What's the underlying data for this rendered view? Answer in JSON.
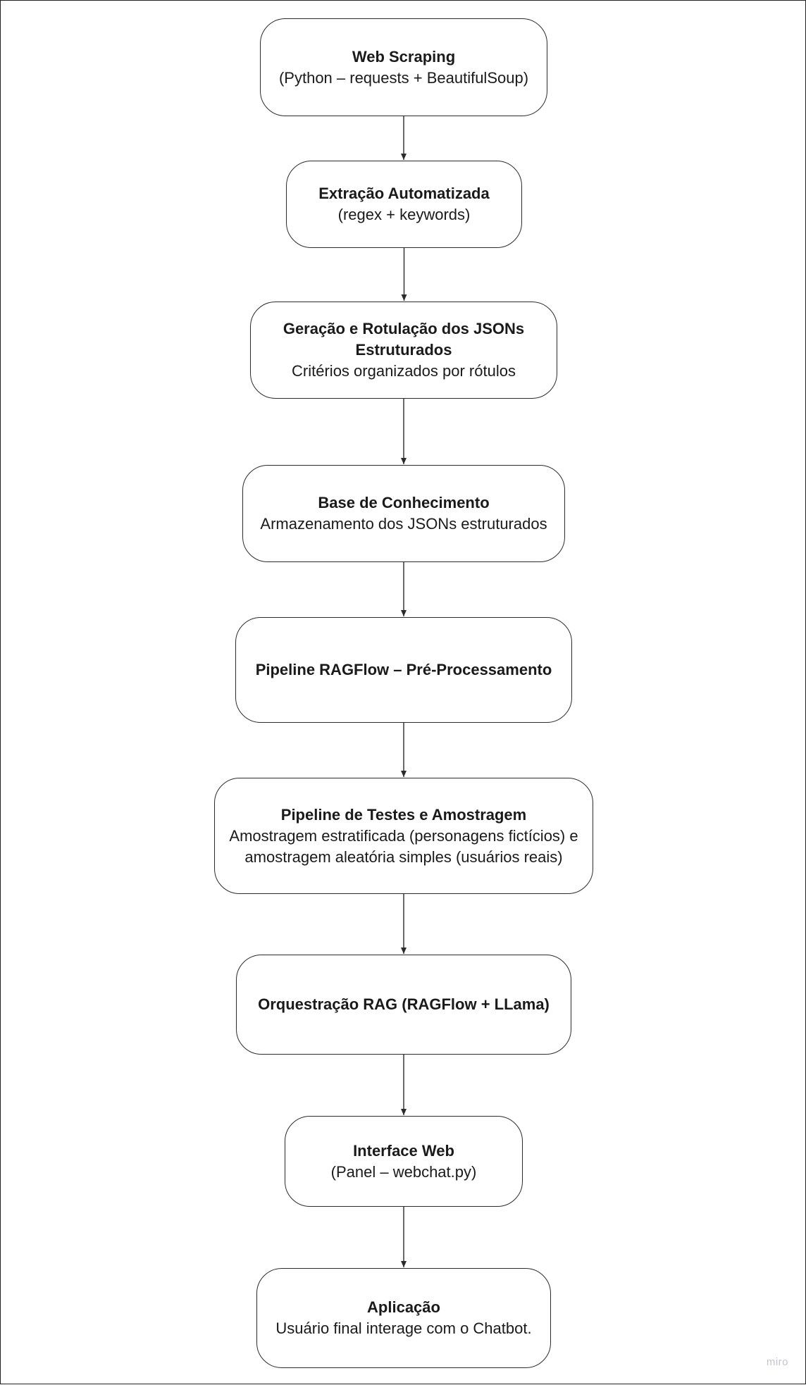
{
  "diagram": {
    "type": "flowchart",
    "direction": "top-to-bottom",
    "steps": [
      {
        "title": "Web Scraping",
        "description": "(Python – requests + BeautifulSoup)"
      },
      {
        "title": "Extração Automatizada",
        "description": "(regex + keywords)"
      },
      {
        "title": "Geração e Rotulação dos JSONs Estruturados",
        "description": "Critérios organizados por rótulos"
      },
      {
        "title": "Base de Conhecimento",
        "description": "Armazenamento dos JSONs estruturados"
      },
      {
        "title": "Pipeline RAGFlow – Pré-Processamento",
        "description": ""
      },
      {
        "title": "Pipeline de Testes e Amostragem",
        "description": "Amostragem estratificada (personagens fictícios) e amostragem aleatória simples (usuários reais)"
      },
      {
        "title": "Orquestração RAG (RAGFlow + LLama)",
        "description": ""
      },
      {
        "title": "Interface Web",
        "description": "(Panel – webchat.py)"
      },
      {
        "title": "Aplicação",
        "description": "Usuário final interage com o Chatbot."
      }
    ],
    "connections": [
      {
        "from": 0,
        "to": 1
      },
      {
        "from": 1,
        "to": 2
      },
      {
        "from": 2,
        "to": 3
      },
      {
        "from": 3,
        "to": 4
      },
      {
        "from": 4,
        "to": 5
      },
      {
        "from": 5,
        "to": 6
      },
      {
        "from": 6,
        "to": 7
      },
      {
        "from": 7,
        "to": 8
      }
    ]
  },
  "watermark": "miro",
  "colors": {
    "stroke": "#2b2b2b",
    "text": "#1a1a1a",
    "background": "#ffffff",
    "watermark": "#c4c4cc"
  }
}
